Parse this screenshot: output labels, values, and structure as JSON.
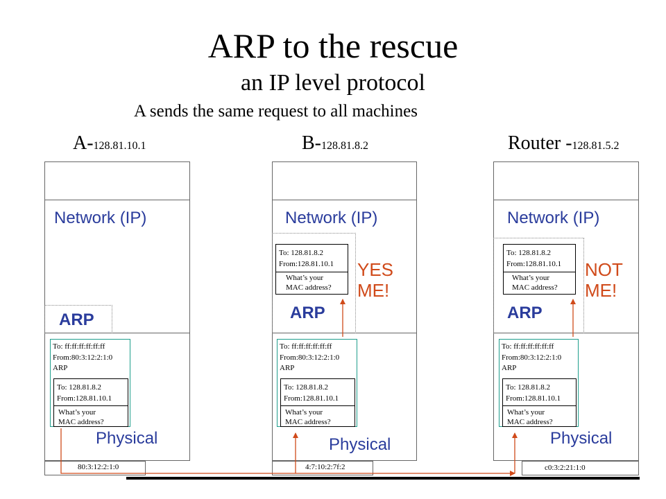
{
  "title": "ARP to the rescue",
  "subtitle": "an IP level protocol",
  "description": "A sends the same request to all machines",
  "hosts": [
    {
      "name": "A-",
      "ip": "128.81.10.1",
      "mac": "80:3:12:2:1:0"
    },
    {
      "name": "B-",
      "ip": "128.81.8.2",
      "mac": "4:7:10:2:7f:2"
    },
    {
      "name": "Router -",
      "ip": "128.81.5.2",
      "mac": "c0:3:2:21:1:0"
    }
  ],
  "layers": {
    "network": "Network (IP)",
    "arp": "ARP",
    "physical": "Physical"
  },
  "frame": {
    "to": "To:    ff:ff:ff:ff:ff:ff",
    "from": "From:80:3:12:2:1:0",
    "type": "ARP"
  },
  "request": {
    "to": "To:    128.81.8.2",
    "from": "From:128.81.10.1",
    "question_1": "What’s your",
    "question_2": "MAC address?"
  },
  "replies": {
    "b_line1": "YES",
    "b_line2": "ME!",
    "r_line1": "NOT",
    "r_line2": "ME!"
  },
  "colors": {
    "layer_text": "#2a3c9c",
    "reply_text": "#d04a1a",
    "packet_border": "#1e9e8c",
    "arrow": "#d04a1a"
  }
}
